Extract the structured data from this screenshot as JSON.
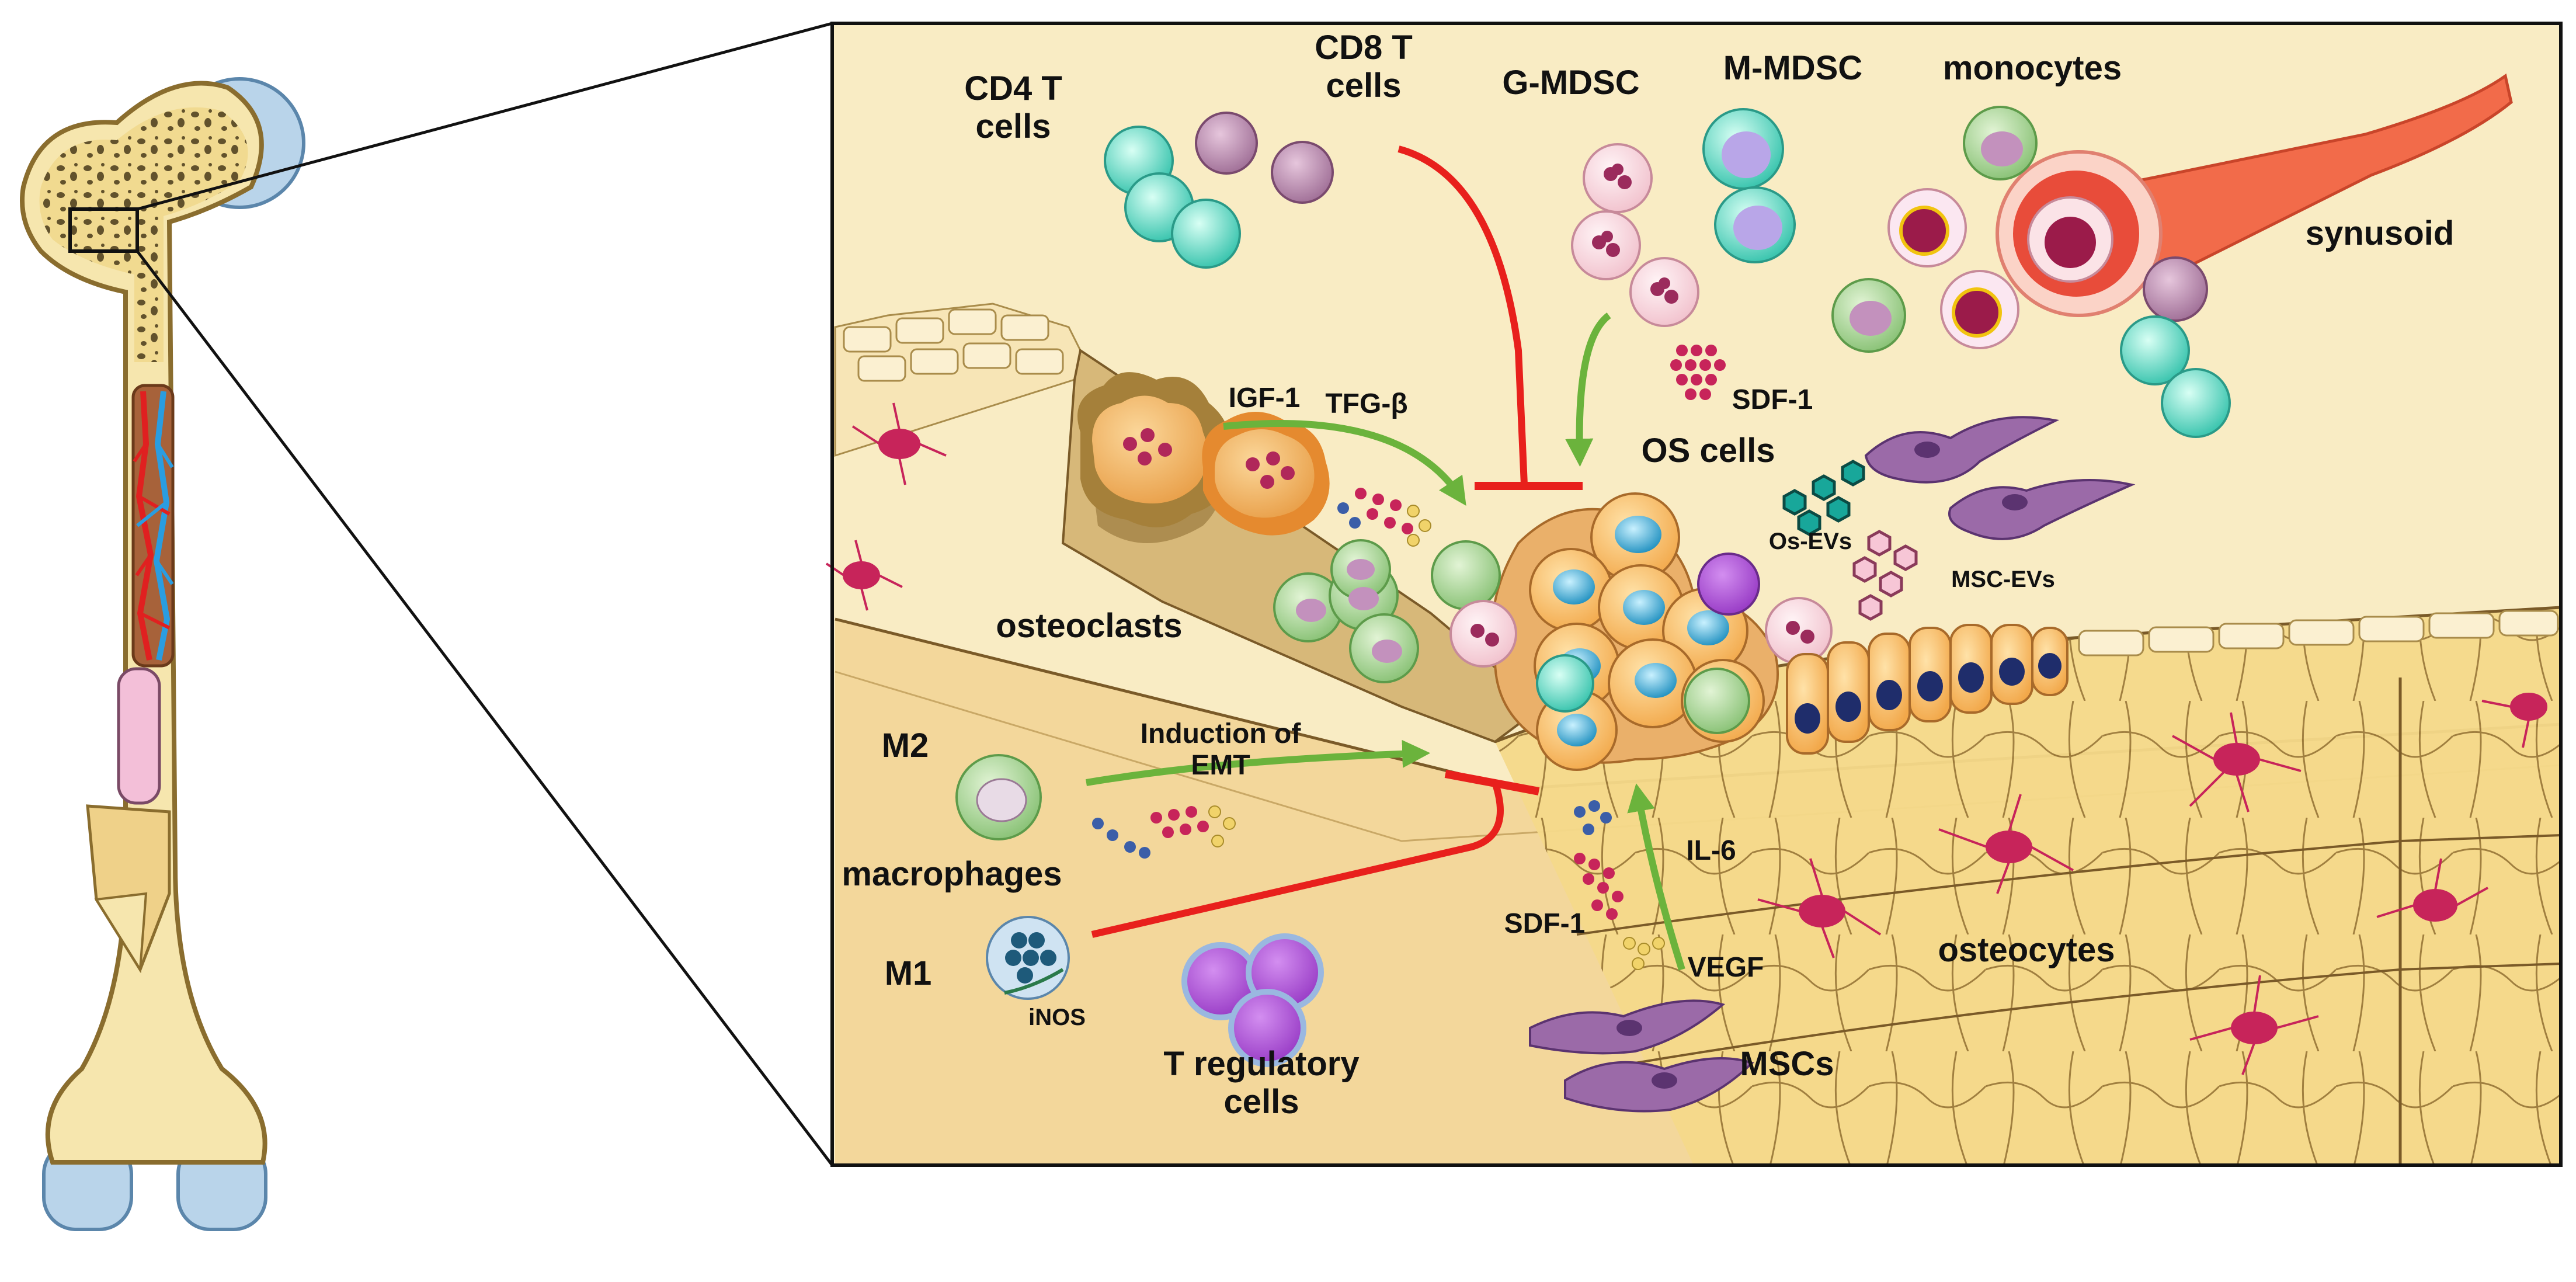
{
  "labels": {
    "cd4": "CD4 T\ncells",
    "cd8": "CD8 T\ncells",
    "gmdsc": "G-MDSC",
    "mmdsc": "M-MDSC",
    "monocytes": "monocytes",
    "synusoid": "synusoid",
    "igf1": "IGF-1",
    "tfgb": "TFG-β",
    "sdf1_top": "SDF-1",
    "os_cells": "OS cells",
    "os_evs": "Os-EVs",
    "msc_evs": "MSC-EVs",
    "osteoclasts": "osteoclasts",
    "m2": "M2",
    "emt": "Induction of EMT",
    "macrophages": "macrophages",
    "m1": "M1",
    "inos": "iNOS",
    "treg": "T regulatory\ncells",
    "il6": "IL-6",
    "sdf1_bottom": "SDF-1",
    "vegf": "VEGF",
    "osteocytes": "osteocytes",
    "mscs": "MSCs"
  },
  "colors": {
    "inhibit": "#e8201c",
    "promote": "#6bb33c",
    "bone": "#f4dd98",
    "background": "#f9ecc4"
  }
}
